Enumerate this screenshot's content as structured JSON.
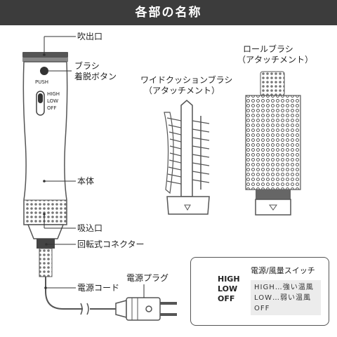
{
  "header": {
    "title": "各部の名称"
  },
  "dryer": {
    "push_text": "PUSH",
    "switch_high": "HIGH",
    "switch_low": "LOW",
    "switch_off": "OFF"
  },
  "labels": {
    "outlet": "吹出口",
    "brush_release_line1": "ブラシ",
    "brush_release_line2": "着脱ボタン",
    "body": "本体",
    "intake": "吸込口",
    "connector": "回転式コネクター",
    "cord": "電源コード",
    "plug": "電源プラグ"
  },
  "attachments": {
    "wide_line1": "ワイドクッションブラシ",
    "wide_line2": "（アタッチメント）",
    "roll_line1": "ロールブラシ",
    "roll_line2": "（アタッチメント）"
  },
  "switch_panel": {
    "title": "電源/風量スイッチ",
    "high": "HIGH",
    "low": "LOW",
    "off": "OFF",
    "lines": [
      "HIGH…強い温風",
      "LOW…弱い温風",
      "OFF"
    ]
  },
  "colors": {
    "header_bg": "#3c3c3c",
    "body_fill": "#ffffff",
    "outline": "#555555",
    "panel_bg": "#ececec"
  }
}
